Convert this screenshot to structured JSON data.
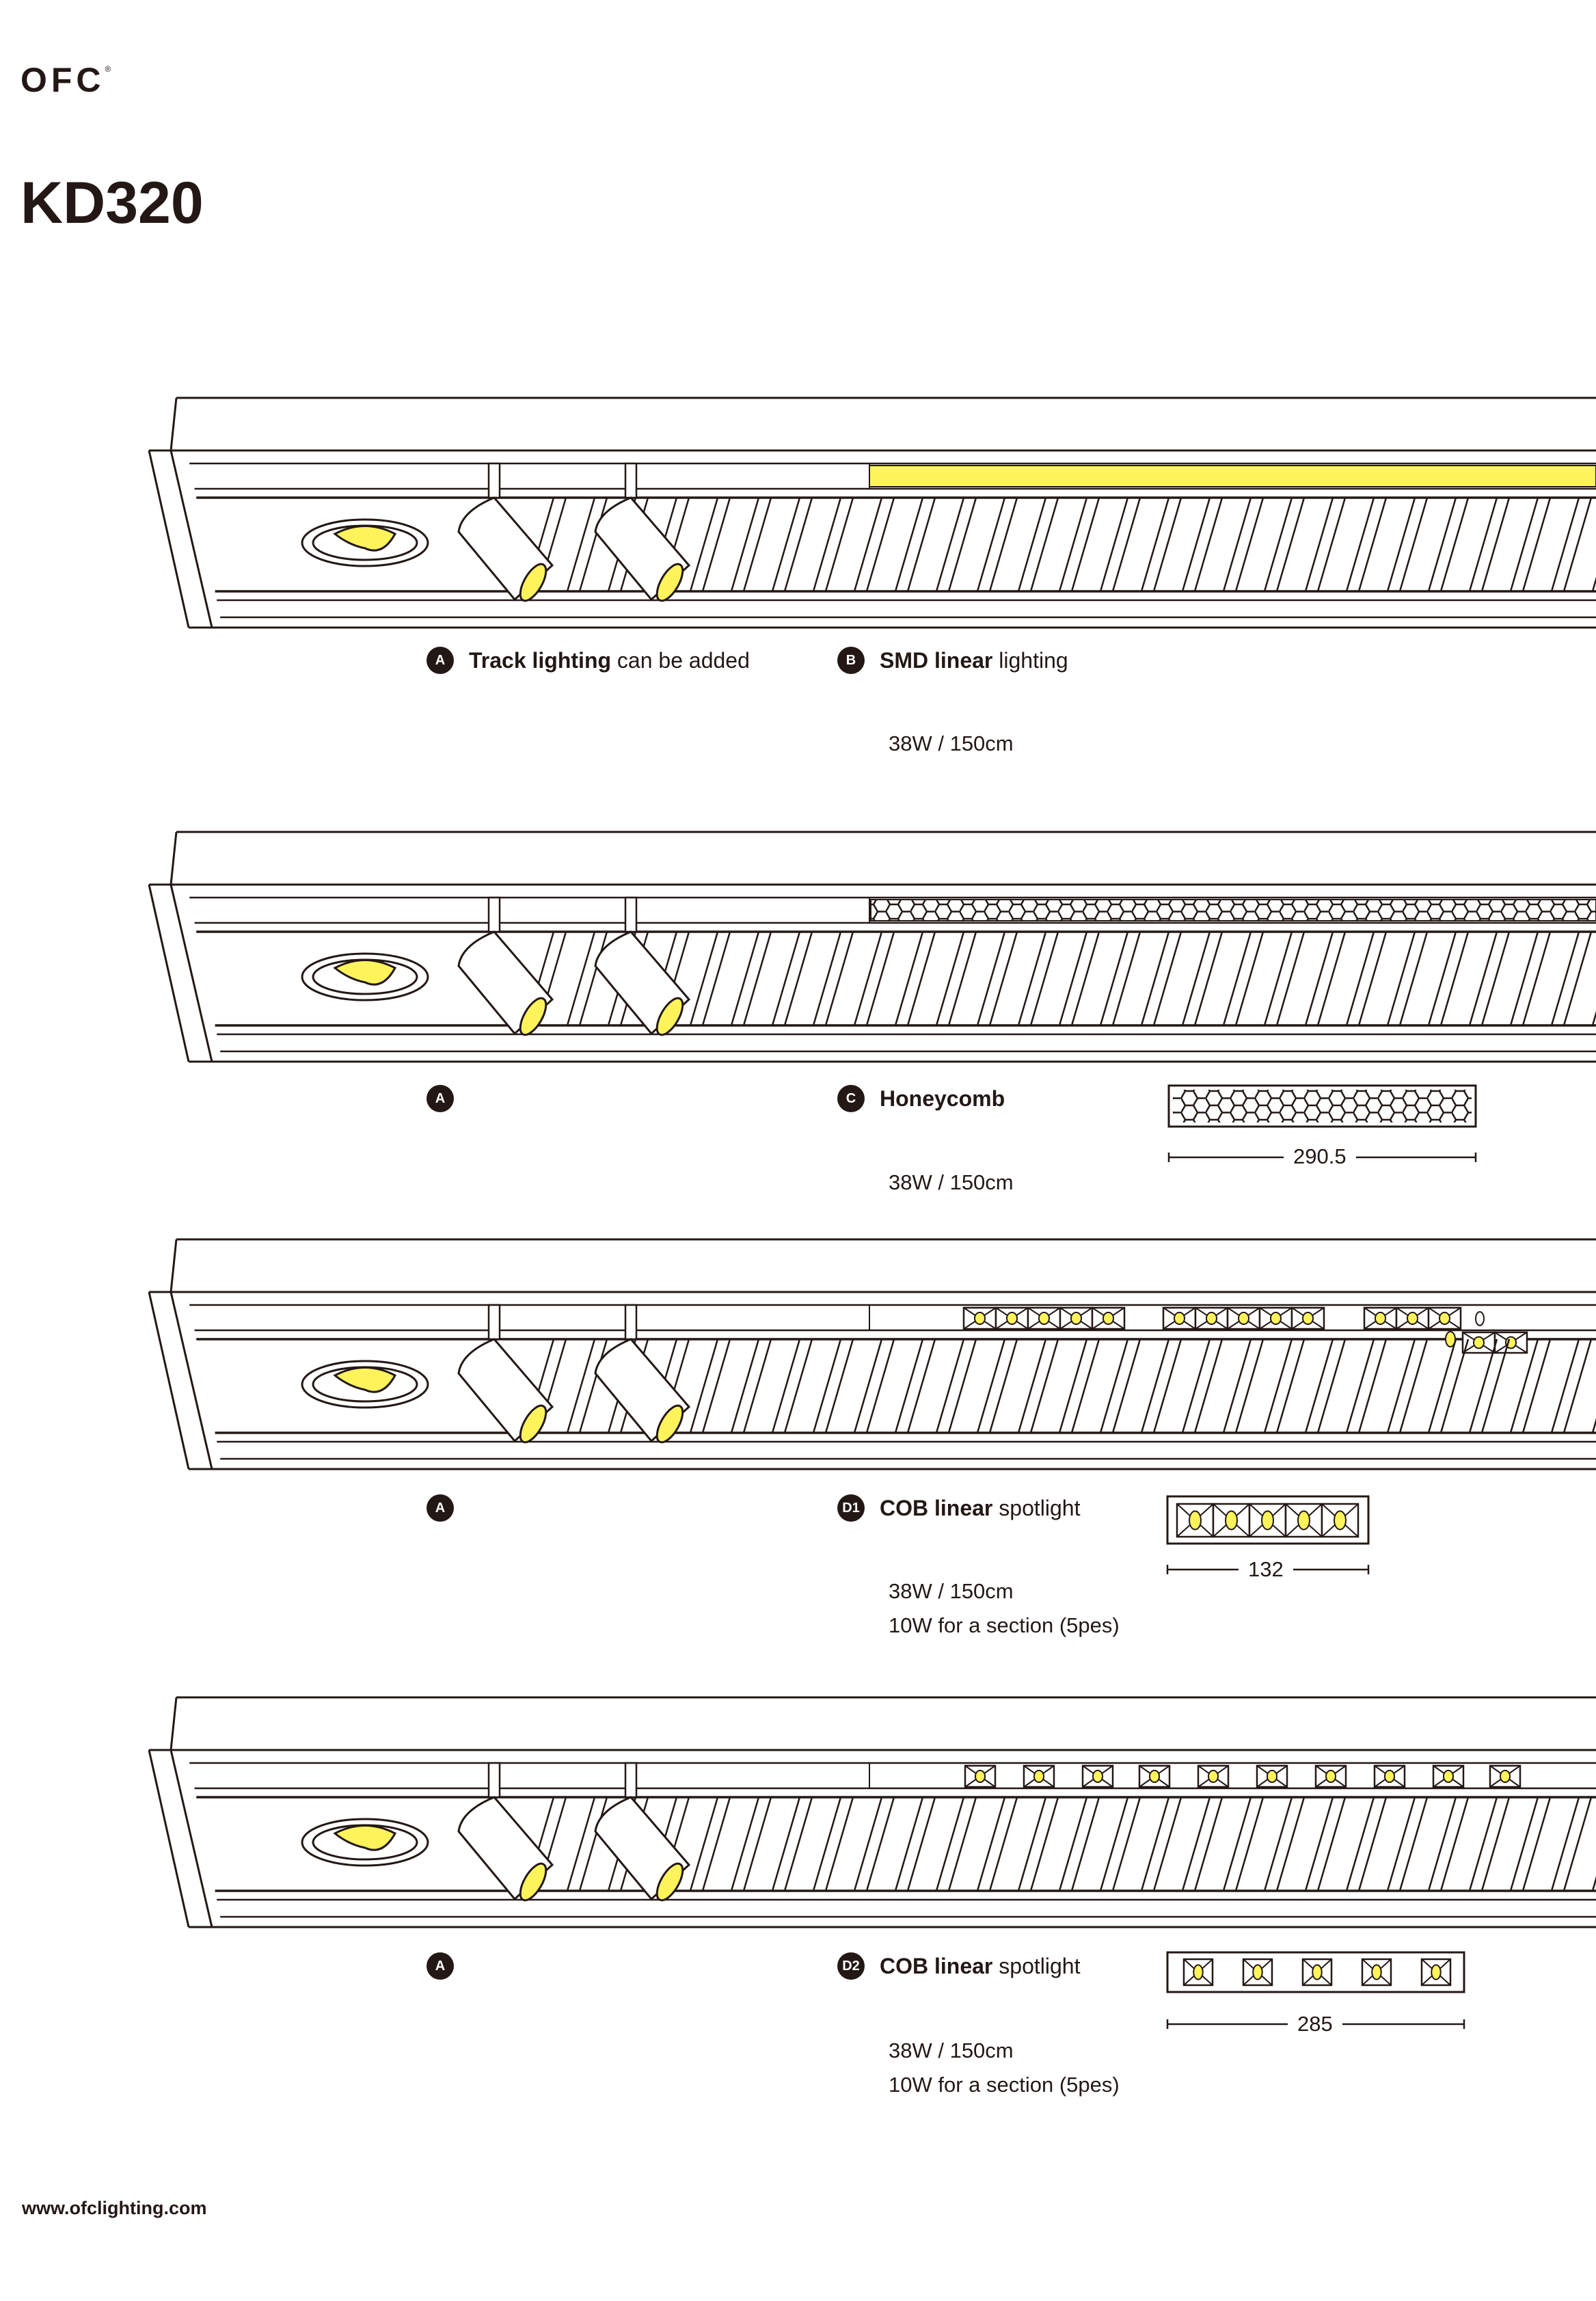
{
  "brand": {
    "logo": "OFC",
    "registered": "®"
  },
  "title": "KD320",
  "colors": {
    "ink": "#231815",
    "led": "#fff35c"
  },
  "sections": [
    {
      "strip": "smd",
      "labels": [
        {
          "badge": "A",
          "bold": "Track lighting",
          "rest": " can be added"
        },
        {
          "badge": "B",
          "bold": "SMD linear",
          "rest": " lighting"
        }
      ],
      "specs": [
        "38W / 150cm"
      ]
    },
    {
      "strip": "honeycomb",
      "labels": [
        {
          "badge": "A",
          "bold": "",
          "rest": ""
        },
        {
          "badge": "C",
          "bold": "Honeycomb",
          "rest": ""
        }
      ],
      "specs": [
        "38W / 150cm"
      ],
      "dimension": "290.5"
    },
    {
      "strip": "cob-grouped",
      "labels": [
        {
          "badge": "A",
          "bold": "",
          "rest": ""
        },
        {
          "badge": "D1",
          "bold": "COB linear",
          "rest": " spotlight"
        }
      ],
      "specs": [
        "38W / 150cm",
        "10W for a section (5pes)"
      ],
      "dimension": "132"
    },
    {
      "strip": "cob-single",
      "labels": [
        {
          "badge": "A",
          "bold": "",
          "rest": ""
        },
        {
          "badge": "D2",
          "bold": "COB linear",
          "rest": " spotlight"
        }
      ],
      "specs": [
        "38W / 150cm",
        "10W for a section (5pes)"
      ],
      "dimension": "285"
    }
  ],
  "footer": {
    "website": "www.ofclighting.com"
  }
}
